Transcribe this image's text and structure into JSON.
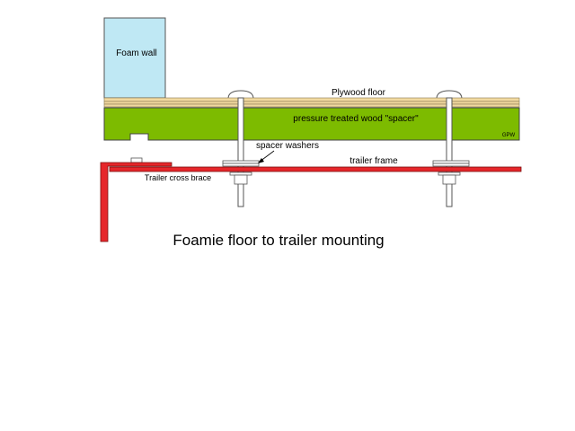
{
  "labels": {
    "foam_wall": "Foam wall",
    "plywood_floor": "Plywood floor",
    "spacer": "pressure treated wood \"spacer\"",
    "initials": "GPW",
    "spacer_washers": "spacer washers",
    "trailer_frame": "trailer frame",
    "cross_brace": "Trailer cross brace",
    "title": "Foamie floor to trailer  mounting"
  },
  "colors": {
    "foam_wall": "#bfe8f4",
    "plywood": "#f1d9a0",
    "spacer_wood": "#7dbb00",
    "trailer_steel": "#e6262a",
    "bolt": "#ffffff",
    "outline": "#333333"
  }
}
